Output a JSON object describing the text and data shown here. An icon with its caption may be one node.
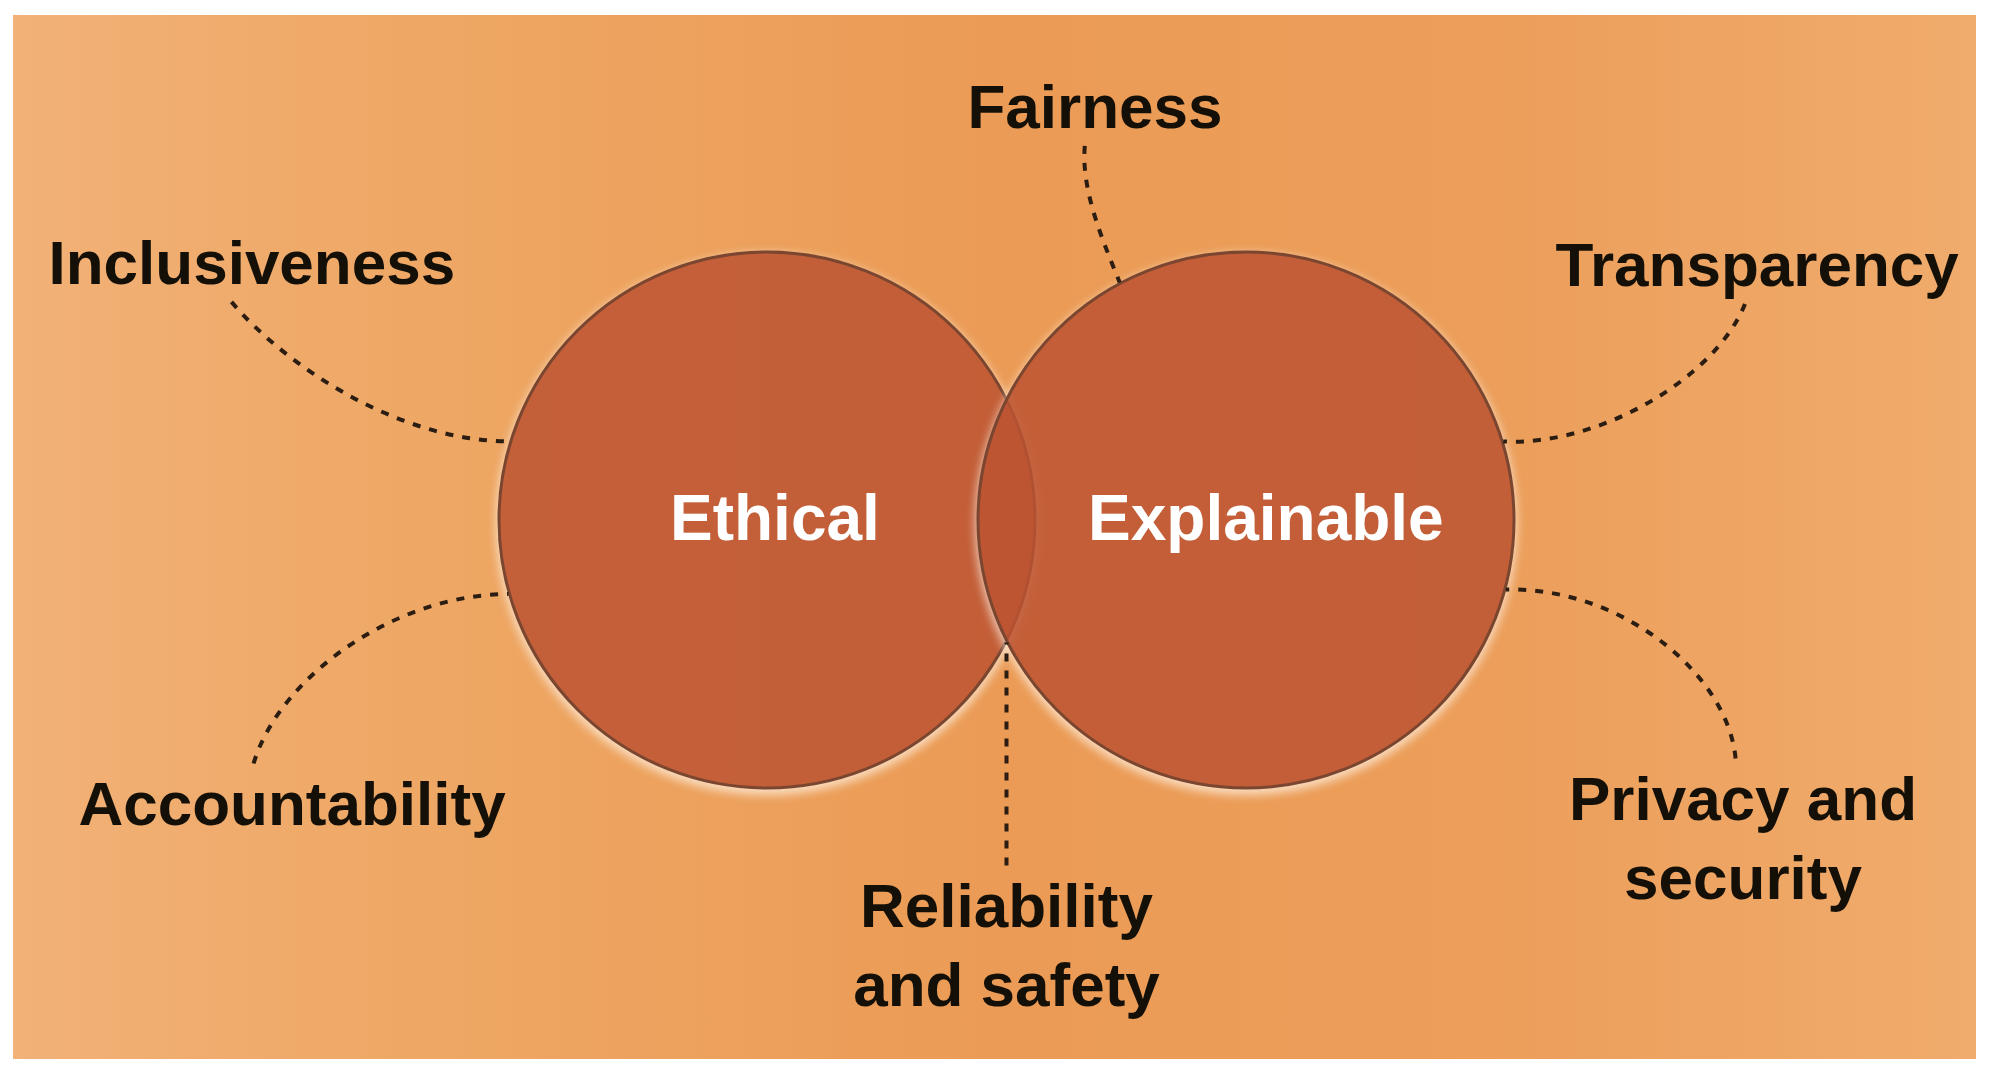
{
  "diagram": {
    "nodes": [
      {
        "text": [
          "Fairness"
        ]
      },
      {
        "text": [
          "Inclusiveness"
        ]
      },
      {
        "text": [
          "Transparency"
        ]
      },
      {
        "text": [
          "Ethical"
        ]
      },
      {
        "text": [
          "Explainable"
        ]
      },
      {
        "text": [
          "Accountability"
        ]
      },
      {
        "text": [
          "Privacy and security"
        ]
      },
      {
        "text": [
          "Reliability and safety"
        ]
      }
    ],
    "edges": [
      {
        "from": 0,
        "to": 4,
        "arrow": "none",
        "style": "dashed"
      },
      {
        "from": 1,
        "to": 3,
        "arrow": "none",
        "style": "dashed"
      },
      {
        "from": 2,
        "to": 4,
        "arrow": "none",
        "style": "dashed"
      },
      {
        "from": 5,
        "to": 3,
        "arrow": "none",
        "style": "dashed"
      },
      {
        "from": 6,
        "to": 4,
        "arrow": "none",
        "style": "dashed"
      },
      {
        "from": 7,
        "to": 3,
        "arrow": "none",
        "style": "dashed"
      },
      {
        "from": 7,
        "to": 4,
        "arrow": "none",
        "style": "dashed"
      }
    ]
  }
}
